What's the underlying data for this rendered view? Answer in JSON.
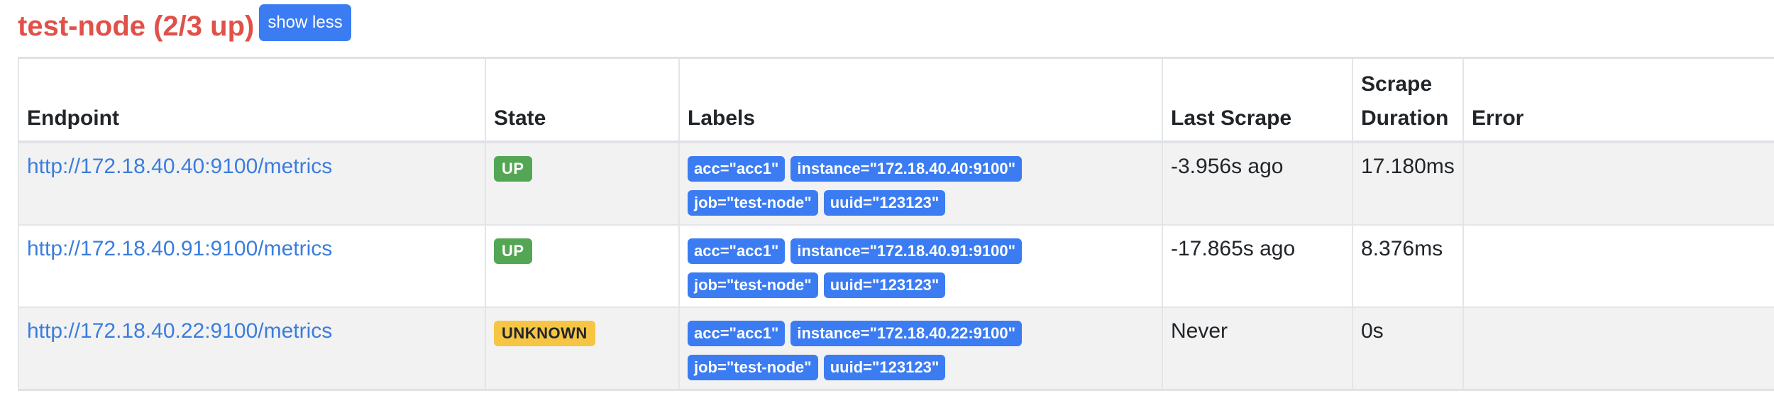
{
  "pool": {
    "title": "test-node (2/3 up)",
    "toggle_label": "show less",
    "colors": {
      "title_unhealthy": "#e0514a",
      "button": "#3b7cf3",
      "label_badge": "#3b7cf3",
      "state_up": "#53a653",
      "state_unknown": "#f7c544",
      "link": "#3b7ddd",
      "striped_row": "#f2f2f2"
    }
  },
  "table": {
    "headers": {
      "endpoint": "Endpoint",
      "state": "State",
      "labels": "Labels",
      "last_scrape": "Last Scrape",
      "scrape_duration_line1": "Scrape",
      "scrape_duration_line2": "Duration",
      "error": "Error"
    },
    "rows": [
      {
        "endpoint": "http://172.18.40.40:9100/metrics",
        "state": "UP",
        "labels": [
          "acc=\"acc1\"",
          "instance=\"172.18.40.40:9100\"",
          "job=\"test-node\"",
          "uuid=\"123123\""
        ],
        "last_scrape": "-3.956s ago",
        "scrape_duration": "17.180ms",
        "error": ""
      },
      {
        "endpoint": "http://172.18.40.91:9100/metrics",
        "state": "UP",
        "labels": [
          "acc=\"acc1\"",
          "instance=\"172.18.40.91:9100\"",
          "job=\"test-node\"",
          "uuid=\"123123\""
        ],
        "last_scrape": "-17.865s ago",
        "scrape_duration": "8.376ms",
        "error": ""
      },
      {
        "endpoint": "http://172.18.40.22:9100/metrics",
        "state": "UNKNOWN",
        "labels": [
          "acc=\"acc1\"",
          "instance=\"172.18.40.22:9100\"",
          "job=\"test-node\"",
          "uuid=\"123123\""
        ],
        "last_scrape": "Never",
        "scrape_duration": "0s",
        "error": ""
      }
    ]
  }
}
